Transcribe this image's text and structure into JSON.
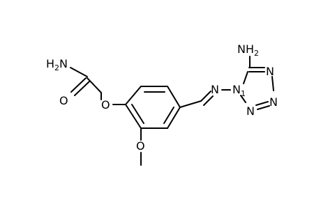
{
  "molecule": {
    "atoms": {
      "amine_n": "H",
      "amine_n_sub": "2",
      "amine_n_tail": "N",
      "carbonyl_o": "O",
      "ether_o": "O",
      "methoxy_o": "O",
      "imine_n": "N",
      "ring_n1": "N",
      "ring_n2": "N",
      "ring_n3": "N",
      "ring_n4": "N",
      "ring_n1_locant": "1",
      "tetrazole_amine": "NH",
      "tetrazole_amine_sub": "2"
    }
  }
}
